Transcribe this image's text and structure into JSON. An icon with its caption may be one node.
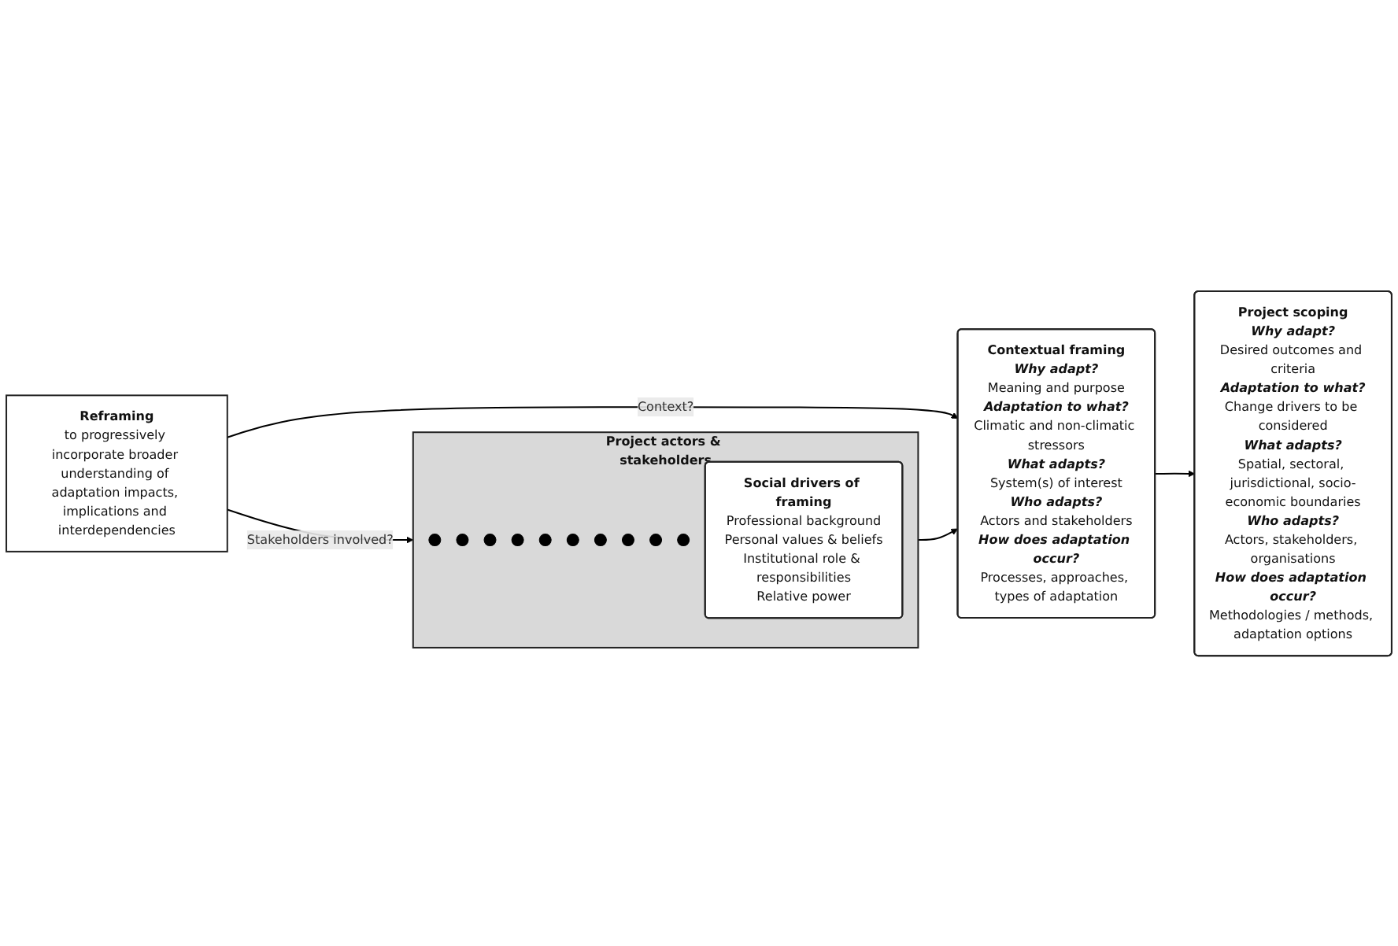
{
  "diagram": {
    "nodes": [
      {
        "text": [
          "Project actors & stakeholders"
        ]
      },
      {
        "text": [],
        "shape": "circle",
        "in": 0
      },
      {
        "text": [],
        "shape": "circle",
        "in": 0
      },
      {
        "text": [],
        "shape": "circle",
        "in": 0
      },
      {
        "text": [],
        "shape": "circle",
        "in": 0
      },
      {
        "text": [],
        "shape": "circle",
        "in": 0
      },
      {
        "text": [],
        "shape": "circle",
        "in": 0
      },
      {
        "text": [],
        "shape": "circle",
        "in": 0
      },
      {
        "text": [],
        "shape": "circle",
        "in": 0
      },
      {
        "text": [],
        "shape": "circle",
        "in": 0
      },
      {
        "text": [],
        "shape": "circle",
        "in": 0
      },
      {
        "text": [
          "Social drivers of framing",
          "Professional background",
          "Personal values & beliefs",
          "Institutional role & responsibilities",
          "Relative power"
        ],
        "in": 0
      },
      {
        "text": [
          "Contextual framing",
          "Why adapt?",
          "Meaning and purpose",
          "Adaptation to what?",
          "Climatic and non-climatic stressors",
          "What adapts?",
          "System(s) of interest",
          "Who adapts?",
          "Actors and stakeholders",
          "How does adaptation occur?",
          "Processes, approaches, types of adaptation"
        ]
      },
      {
        "text": [
          "Project scoping",
          "Why adapt?",
          "Desired outcomes and criteria",
          "Adaptation to what?",
          "Change drivers to be considered",
          "What adapts?",
          "Spatial, sectoral, jurisdictional, socio-economic boundaries",
          "Who adapts?",
          "Actors, stakeholders, organisations",
          "How does adaptation occur?",
          "Methodologies / methods, adaptation options"
        ]
      },
      {
        "text": [
          "Reframing",
          "to progressively incorporate broader understanding of adaptation impacts, implications and interdependencies"
        ]
      }
    ],
    "edges": [
      {
        "from": 0,
        "to": 12,
        "arrow": "to"
      },
      {
        "from": 12,
        "to": 13,
        "arrow": "to"
      },
      {
        "from": 14,
        "to": 0,
        "label": "Stakeholders involved?",
        "arrow": "to"
      },
      {
        "from": 14,
        "to": 12,
        "label": "Context?",
        "arrow": "to"
      }
    ]
  }
}
